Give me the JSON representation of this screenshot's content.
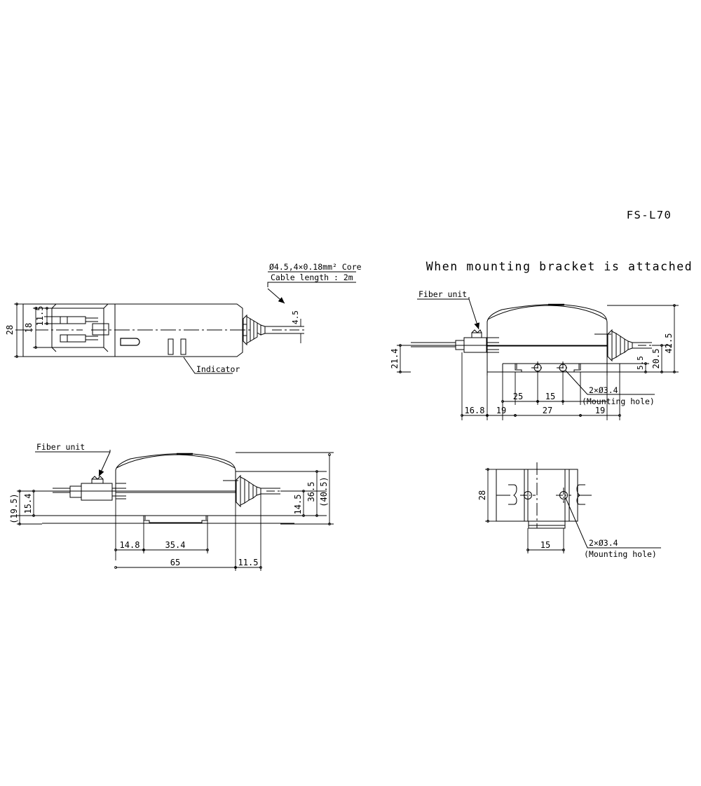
{
  "sheet": {
    "part_number": "FS-L70",
    "section_title": "When mounting bracket is attached"
  },
  "views": {
    "top_left": {
      "name": "front-view-no-bracket",
      "labels": {
        "cable_spec_line1": "Ø4.5,4×0.18mm² Core",
        "cable_spec_line2": "Cable length : 2m",
        "indicator": "Indicator"
      },
      "dimensions": {
        "height_overall": "28",
        "height_inner": "18",
        "height_terminal": "11.5",
        "cable_dia": "4.5"
      }
    },
    "bottom_left": {
      "name": "side-view-no-bracket",
      "labels": {
        "fiber_unit": "Fiber unit"
      },
      "dimensions": {
        "fiber_axis_ref": "(19.5)",
        "fiber_axis": "15.4",
        "cable_axis": "14.5",
        "body_height": "36.5",
        "overall_height": "(40.5)",
        "left_offset": "14.8",
        "slot_width": "35.4",
        "body_length": "65",
        "cable_end": "11.5"
      }
    },
    "top_right": {
      "name": "side-view-with-bracket",
      "labels": {
        "fiber_unit": "Fiber unit",
        "mounting_hole_line1": "2×Ø3.4",
        "mounting_hole_line2": "(Mounting hole)"
      },
      "dimensions": {
        "fiber_axis": "21.4",
        "overall_height": "42.5",
        "cable_axis": "20.5",
        "bracket_offset": "5.5",
        "hole_pitch_left": "25",
        "hole_pitch_right": "15",
        "left_extent": "16.8",
        "seg_19_left": "19",
        "seg_27": "27",
        "seg_19_right": "19"
      }
    },
    "bottom_right": {
      "name": "end-view-with-bracket",
      "labels": {
        "mounting_hole_line1": "2×Ø3.4",
        "mounting_hole_line2": "(Mounting hole)"
      },
      "dimensions": {
        "width": "28",
        "hole_pitch": "15"
      }
    }
  },
  "style": {
    "line_color": "#000000",
    "background": "#ffffff"
  }
}
